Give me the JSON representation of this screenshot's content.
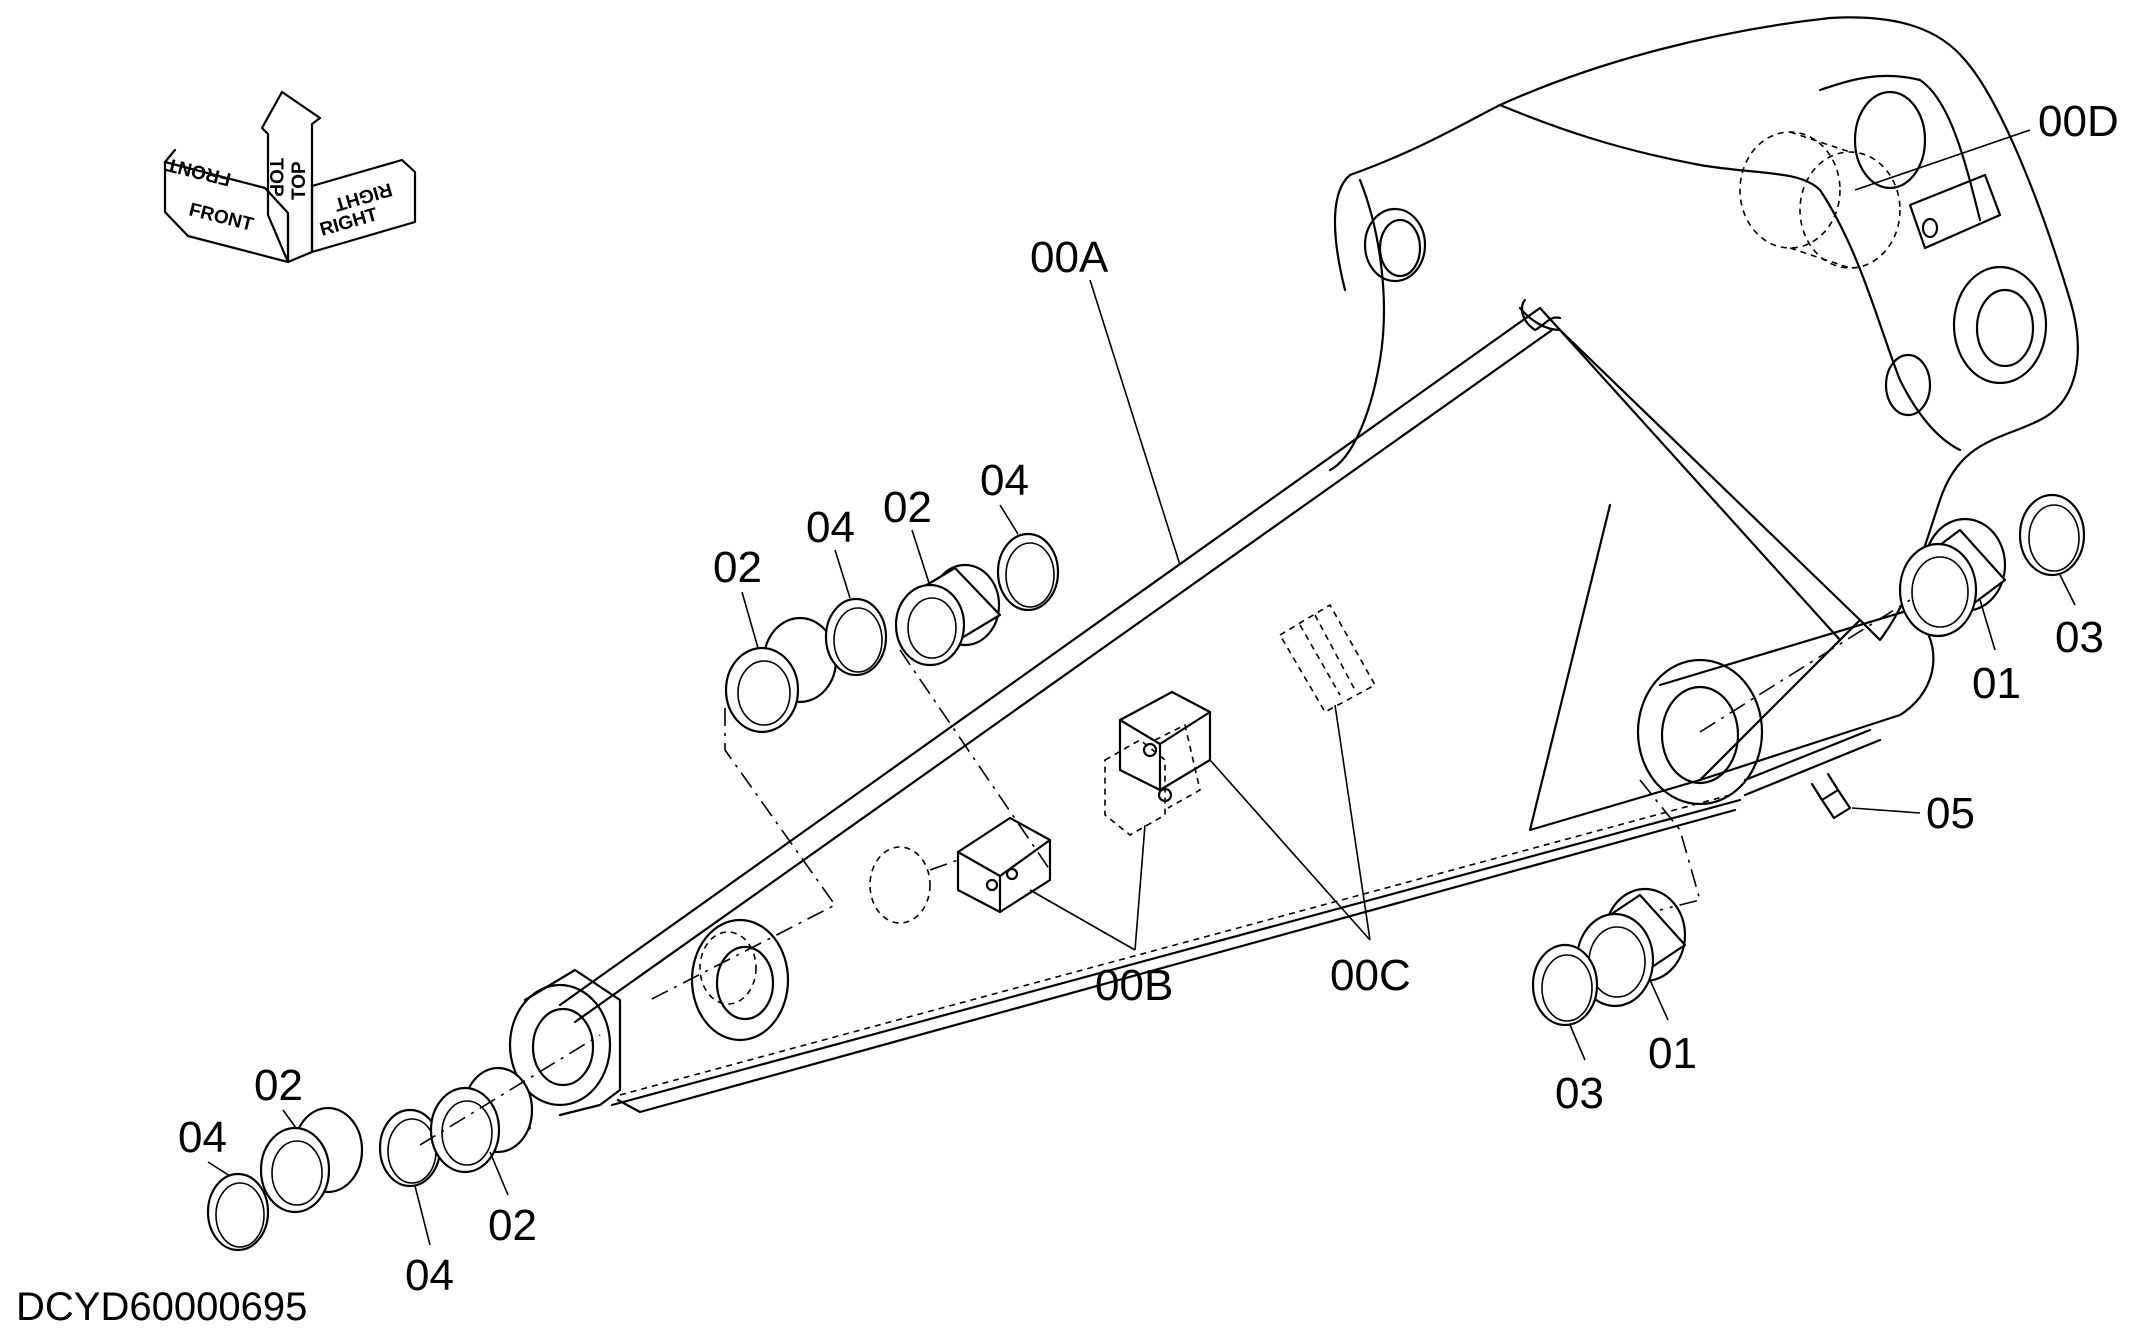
{
  "drawing_code": "DCYD60000695",
  "orientation": {
    "front": "FRONT",
    "top": "TOP",
    "right": "RIGHT"
  },
  "callouts": {
    "arm": "00A",
    "pad_b": "00B",
    "pad_c": "00C",
    "bushing_d": "00D",
    "bushing_01_right": "01",
    "bushing_01_lower": "01",
    "bushing_02_upper_left": "02",
    "bushing_02_upper_mid": "02",
    "bushing_02_lower_left": "02",
    "bushing_02_lower_right": "02",
    "shim_03_right": "03",
    "shim_03_lower": "03",
    "shim_04_upper_left": "04",
    "shim_04_upper_right": "04",
    "shim_04_lower_left": "04",
    "shim_04_lower_mid": "04",
    "grease_fitting_05": "05"
  }
}
